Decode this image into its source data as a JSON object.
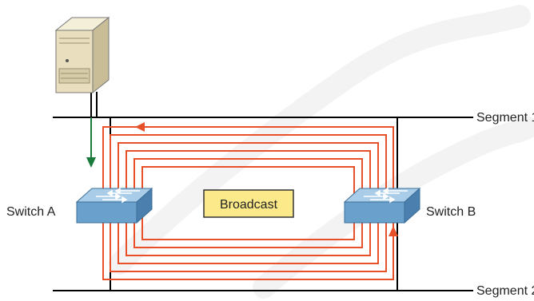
{
  "labels": {
    "segment1": "Segment 1",
    "segment2": "Segment 2",
    "switch_a": "Switch A",
    "switch_b": "Switch B",
    "broadcast": "Broadcast"
  },
  "colors": {
    "loop": "#e8502a",
    "uplink_arrow": "#1a7a3a",
    "broadcast_fill": "#fbe98a",
    "broadcast_border": "#333333",
    "switch_top": "#a9cde8",
    "switch_front": "#6aa0cc",
    "switch_side": "#4a7fae",
    "server_body": "#e9dfbf",
    "watermark": "#f2f2f2"
  },
  "icons": {
    "server": "server-tower-icon",
    "switch_a": "network-switch-icon",
    "switch_b": "network-switch-icon"
  }
}
